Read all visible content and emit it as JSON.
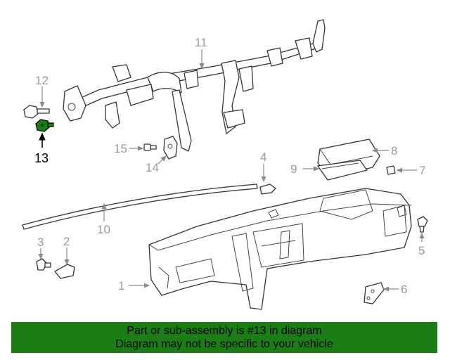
{
  "callouts": {
    "c1": "1",
    "c2": "2",
    "c3": "3",
    "c4": "4",
    "c5": "5",
    "c6": "6",
    "c7": "7",
    "c8": "8",
    "c9": "9",
    "c10": "10",
    "c11": "11",
    "c12": "12",
    "c13": "13",
    "c14": "14",
    "c15": "15"
  },
  "highlight": {
    "part_number": "13",
    "color": "#1a7d16"
  },
  "banner": {
    "line1": "Part or sub-assembly is #13 in diagram",
    "line2": "Diagram may not be specific to your vehicle",
    "background": "#1a7d16"
  }
}
